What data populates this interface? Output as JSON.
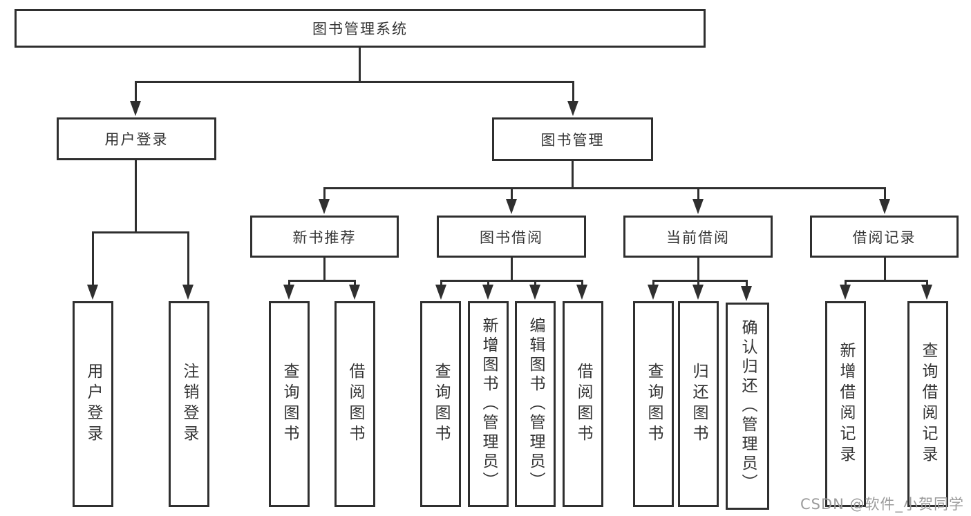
{
  "colors": {
    "line": "#2f2f2f",
    "box_border": "#2f2f2f",
    "text": "#333333",
    "background": "#ffffff",
    "watermark_text": "#9b9b9b"
  },
  "watermark": {
    "text": "CSDN @软件_小贺同学"
  },
  "tree": {
    "root": {
      "label": "图书管理系统"
    },
    "branches": [
      {
        "label": "用户登录",
        "leaves": [
          {
            "label": "用户登录"
          },
          {
            "label": "注销登录"
          }
        ]
      },
      {
        "label": "图书管理",
        "groups": [
          {
            "label": "新书推荐",
            "leaves": [
              {
                "label": "查询图书"
              },
              {
                "label": "借阅图书"
              }
            ]
          },
          {
            "label": "图书借阅",
            "leaves": [
              {
                "label": "查询图书"
              },
              {
                "label": "新增图书（管理员）"
              },
              {
                "label": "编辑图书（管理员）"
              },
              {
                "label": "借阅图书"
              }
            ]
          },
          {
            "label": "当前借阅",
            "leaves": [
              {
                "label": "查询图书"
              },
              {
                "label": "归还图书"
              },
              {
                "label": "确认归还（管理员）"
              }
            ]
          },
          {
            "label": "借阅记录",
            "leaves": [
              {
                "label": "新增借阅记录"
              },
              {
                "label": "查询借阅记录"
              }
            ]
          }
        ]
      }
    ]
  }
}
